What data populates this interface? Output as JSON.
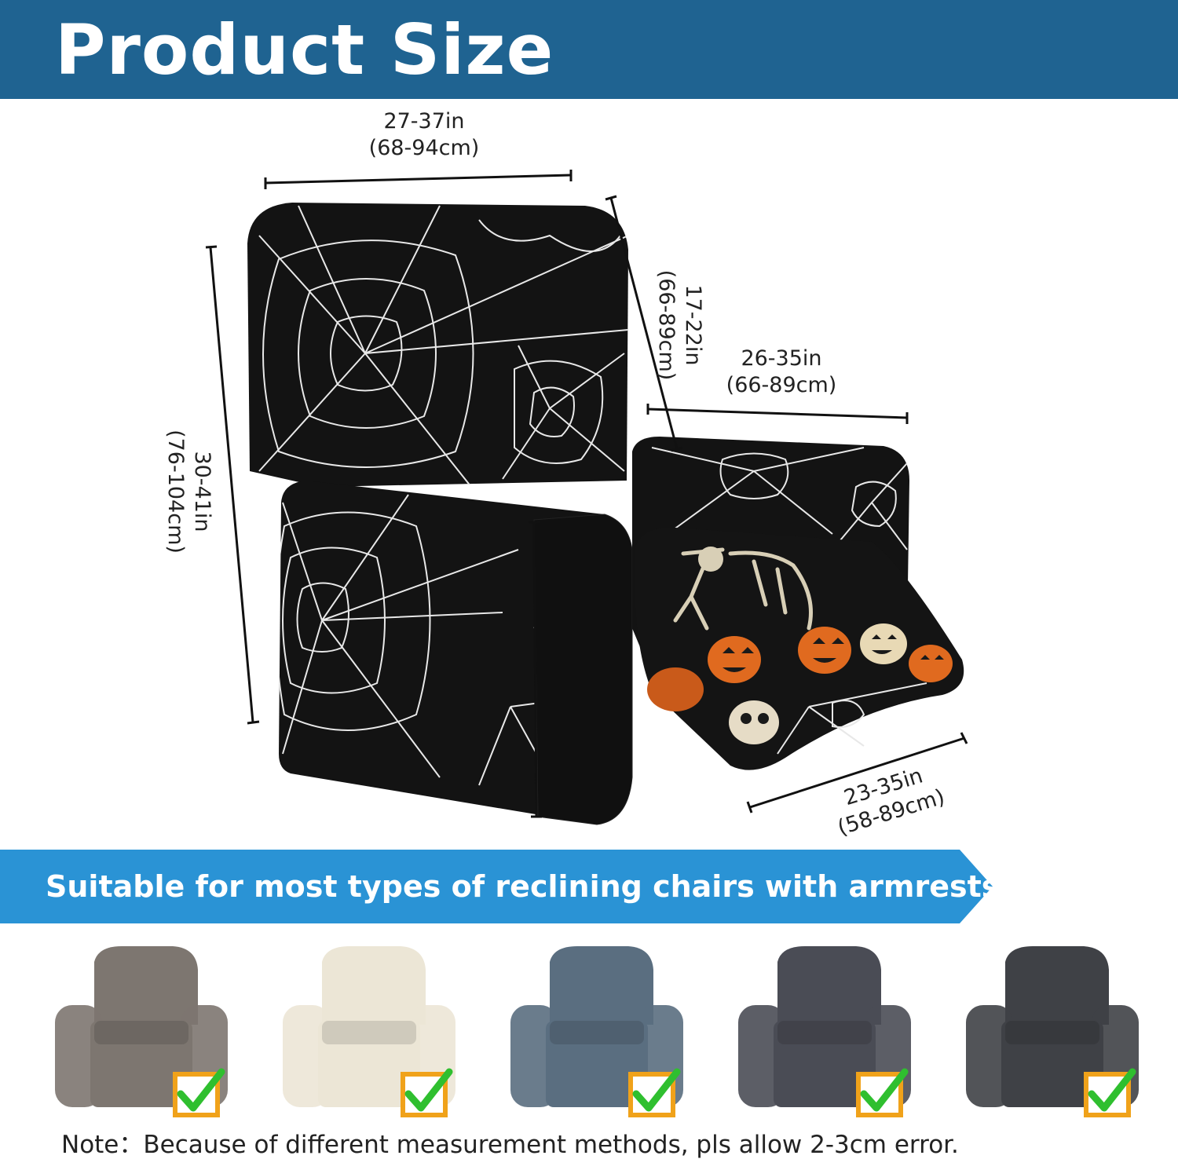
{
  "header": {
    "title": "Product Size"
  },
  "dimensions": {
    "top_width": {
      "in": "27-37in",
      "cm": "(68-94cm)"
    },
    "back_height": {
      "in": "17-22in",
      "cm": "(66-89cm)"
    },
    "seat_width": {
      "in": "26-35in",
      "cm": "(66-89cm)"
    },
    "total_height": {
      "in": "30-41in",
      "cm": "(76-104cm)"
    },
    "footrest_length": {
      "in": "23-35in",
      "cm": "(58-89cm)"
    }
  },
  "banner": {
    "text": "Suitable for most types of reclining chairs with armrests."
  },
  "chairs": [
    {
      "color": "#7d7670"
    },
    {
      "color": "#ece6d6"
    },
    {
      "color": "#5a6e80"
    },
    {
      "color": "#4a4c55"
    },
    {
      "color": "#3f4146"
    }
  ],
  "check_colors": {
    "box": "#f0a21a",
    "tick": "#2fbf2f"
  },
  "note": {
    "text": "Note：Because of different measurement methods, pls allow 2-3cm error."
  },
  "colors": {
    "header_bg": "#1f6391",
    "banner_bg": "#2a93d5",
    "cover": "#131313",
    "web": "#e8e8e8"
  }
}
